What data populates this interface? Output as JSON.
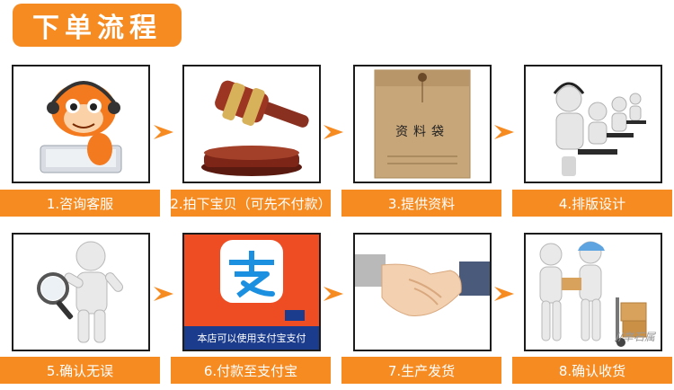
{
  "header": {
    "title": "下单流程"
  },
  "steps": [
    {
      "label": "1.咨询客服",
      "icon": "customer-service-mascot-icon"
    },
    {
      "label": "2.拍下宝贝（可先不付款）",
      "icon": "gavel-icon"
    },
    {
      "label": "3.提供资料",
      "icon": "document-envelope-icon"
    },
    {
      "label": "4.排版设计",
      "icon": "design-team-icon"
    },
    {
      "label": "5.确认无误",
      "icon": "magnifier-figure-icon"
    },
    {
      "label": "6.付款至支付宝",
      "icon": "alipay-icon"
    },
    {
      "label": "7.生产发货",
      "icon": "handshake-icon"
    },
    {
      "label": "8.确认收货",
      "icon": "delivery-icon"
    }
  ],
  "envelope": {
    "text": "资料袋"
  },
  "alipay": {
    "logo": "支",
    "caption": "本店可以使用支付宝支付"
  },
  "watermark": {
    "text": "//举石属"
  },
  "colors": {
    "accent": "#f68b22",
    "alipay_blue": "#1b3c8c"
  }
}
